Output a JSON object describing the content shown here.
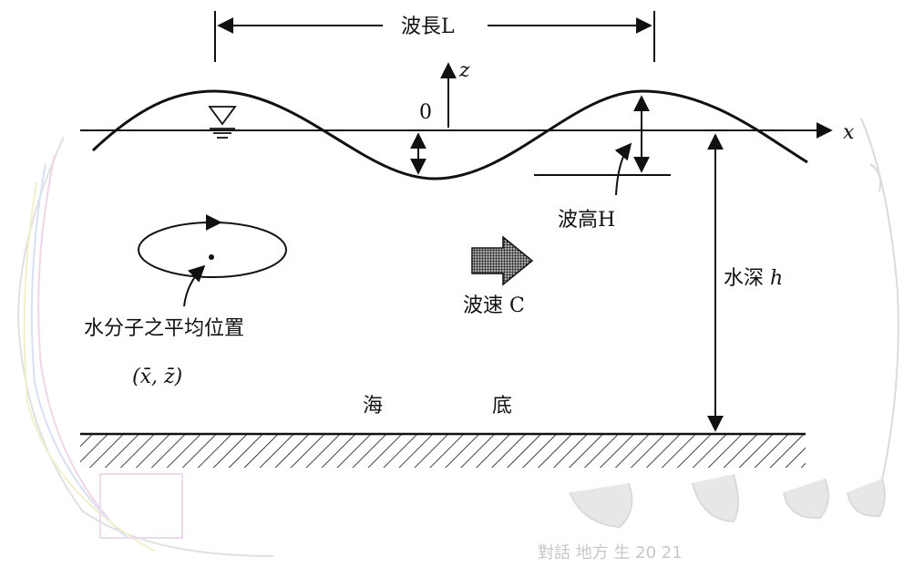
{
  "labels": {
    "wavelength": "波長L",
    "z_axis": "z",
    "origin": "0",
    "x_axis": "x",
    "wave_height": "波高H",
    "water_depth": "水深 ",
    "water_depth_symbol": "h",
    "wave_speed": "波速 C",
    "mean_position": "水分子之平均位置",
    "mean_position_formula": "(x̄, z̄)",
    "seabed_left": "海",
    "seabed_right": "底",
    "corner_text": "對話 地方 生 20 21"
  },
  "colors": {
    "line": "#111111",
    "background": "#ffffff",
    "sketch_faint": "#c9c9c9"
  }
}
